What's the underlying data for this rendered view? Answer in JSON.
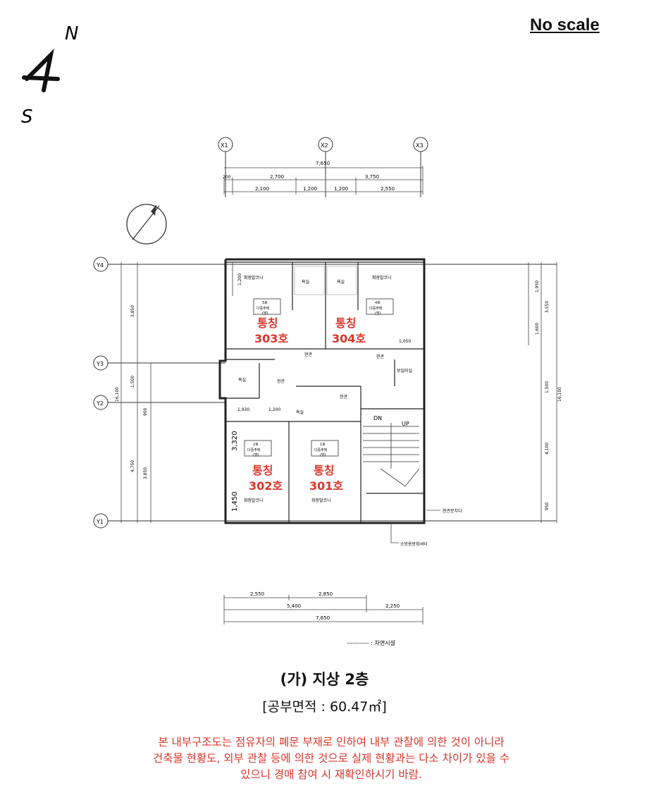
{
  "header": {
    "no_scale": "No scale"
  },
  "compass_rose": {
    "north": "N",
    "south": "S"
  },
  "grid": {
    "columns": [
      "X1",
      "X2",
      "X3"
    ],
    "rows": [
      "Y4",
      "Y3",
      "Y2",
      "Y1"
    ]
  },
  "dimensions": {
    "top_total": "7,650",
    "top_row1": [
      "200",
      "2,700",
      "3,750"
    ],
    "top_row2": [
      "2,100",
      "1,200",
      "1,200",
      "2,550"
    ],
    "bottom_row1": [
      "2,550",
      "2,850"
    ],
    "bottom_row2": [
      "5,400",
      "2,250"
    ],
    "bottom_total": "7,650",
    "left_inner": [
      "1,200",
      "3,320",
      "1,450"
    ],
    "left_row": [
      "3,850",
      "1,500",
      "900",
      "4,750",
      "3,850"
    ],
    "left_total": "16,100",
    "right_row": [
      "1,950",
      "3,550",
      "1,600",
      "1,050",
      "1,500",
      "4,100",
      "950"
    ],
    "right_total": "16,100",
    "mid_row": [
      "1,930",
      "1,200"
    ]
  },
  "rooms": {
    "r303": {
      "name": "통칭",
      "number": "303호",
      "label": "3호",
      "sub": "다중주택",
      "note": "(방)"
    },
    "r304": {
      "name": "통칭",
      "number": "304호",
      "label": "4호",
      "sub": "다중주택",
      "note": "(방)"
    },
    "r302": {
      "name": "통칭",
      "number": "302호",
      "label": "2호",
      "sub": "다중주택",
      "note": "(방)"
    },
    "r301": {
      "name": "통칭",
      "number": "301호",
      "label": "1호",
      "sub": "다중주택",
      "note": "(방)"
    }
  },
  "small_labels": {
    "balcony_top_left": "확장발코니",
    "balcony_top_right": "확장발코니",
    "bath1": "욕실",
    "bath2": "욕실",
    "bath3": "욕실",
    "bath4": "욕실",
    "closet1": "현관",
    "closet2": "현관",
    "closet3": "현관",
    "closet4": "현관",
    "storage": "보일러실",
    "balcony_bottom_left": "화장발코니",
    "balcony_bottom_right": "화장발코니",
    "stair_dn": "DN",
    "stair_up": "UP",
    "entrance_door": "현관문치다",
    "fire_equipment": "소방용방화셔터",
    "legend": "----------- : 차면시설"
  },
  "caption": {
    "title": "(가) 지상 2층",
    "area_prefix": "[공부면적 : 60.47㎡]"
  },
  "notice": {
    "line1": "본 내부구조도는 점유자의 폐문 부재로 인하여 내부 관찰에 의한 것이 아니라",
    "line2": "건축물 현황도, 외부 관찰 등에 의한 것으로 실제 현황과는 다소 차이가 있을 수",
    "line3": "있으니 경매 참여 시 재확인하시기 바람."
  },
  "colors": {
    "accent": "#d9352b",
    "line": "#222222"
  }
}
